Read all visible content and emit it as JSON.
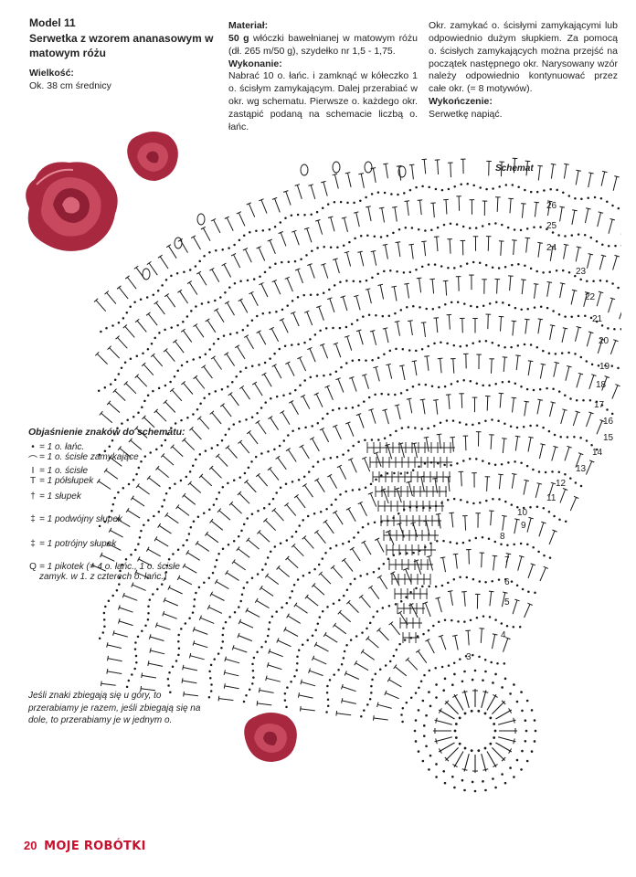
{
  "header": {
    "model": "Model 11",
    "title": "Serwetka z wzorem ananasowym w matowym różu",
    "size_heading": "Wielkość:",
    "size_value": "Ok. 38 cm średnicy"
  },
  "materials": {
    "heading": "Materiał:",
    "amount": "50 g",
    "text": " włóczki bawełnianej w matowym różu (dł. 265 m/50 g), szydełko nr 1,5 - 1,75."
  },
  "execution": {
    "heading": "Wykonanie:",
    "text": "Nabrać 10 o. łańc. i zamknąć w kółeczko 1 o. ścisłym zamykającym. Dalej przerabiać w okr. wg schematu. Pierwsze o. każdego okr. zastąpić podaną na schemacie liczbą o. łańc.",
    "continued": "Okr. zamykać o. ścisłymi zamykającymi lub odpowiednio dużym słupkiem. Za pomocą o. ścisłych zamykających można przejść na początek następnego okr. Narysowany wzór należy odpowiednio kontynuować przez całe okr. (= 8 motywów)."
  },
  "finishing": {
    "heading": "Wykończenie:",
    "text": "Serwetkę napiąć."
  },
  "diagram": {
    "label": "Schemat",
    "round_numbers": [
      "3",
      "4",
      "5",
      "6",
      "7",
      "8",
      "9",
      "10",
      "11",
      "12",
      "13",
      "14",
      "15",
      "16",
      "17",
      "18",
      "19",
      "20",
      "21",
      "22",
      "23",
      "24",
      "25",
      "26"
    ]
  },
  "legend": {
    "heading": "Objaśnienie znaków do schematu:",
    "items": [
      {
        "symbol": "•",
        "text": "= 1 o. łańc."
      },
      {
        "symbol": "⌒",
        "text": "= 1 o. ścisłe zamykające"
      },
      {
        "symbol": "I",
        "text": "= 1 o. ścisłe"
      },
      {
        "symbol": "T",
        "text": "= 1 półsłupek"
      },
      {
        "symbol": "†",
        "text": "= 1 słupek"
      },
      {
        "symbol": "‡",
        "text": "= 1 podwójny słupek"
      },
      {
        "symbol": "‡",
        "text": "= 1 potrójny słupek"
      },
      {
        "symbol": "Q",
        "text": "= 1 pikotek (= 4 o. łańc., 1 o. ścisłe zamyk. w 1. z czterech o. łańc.)"
      }
    ]
  },
  "note": "Jeśli znaki zbiegają się u góry, to przerabiamy je razem, jeśli zbiegają się na dole, to przerabiamy je w jednym o.",
  "footer": {
    "page_number": "20",
    "magazine": "MOJE ROBÓTKI"
  },
  "colors": {
    "accent": "#c8102e",
    "rose": "#b4344a"
  }
}
